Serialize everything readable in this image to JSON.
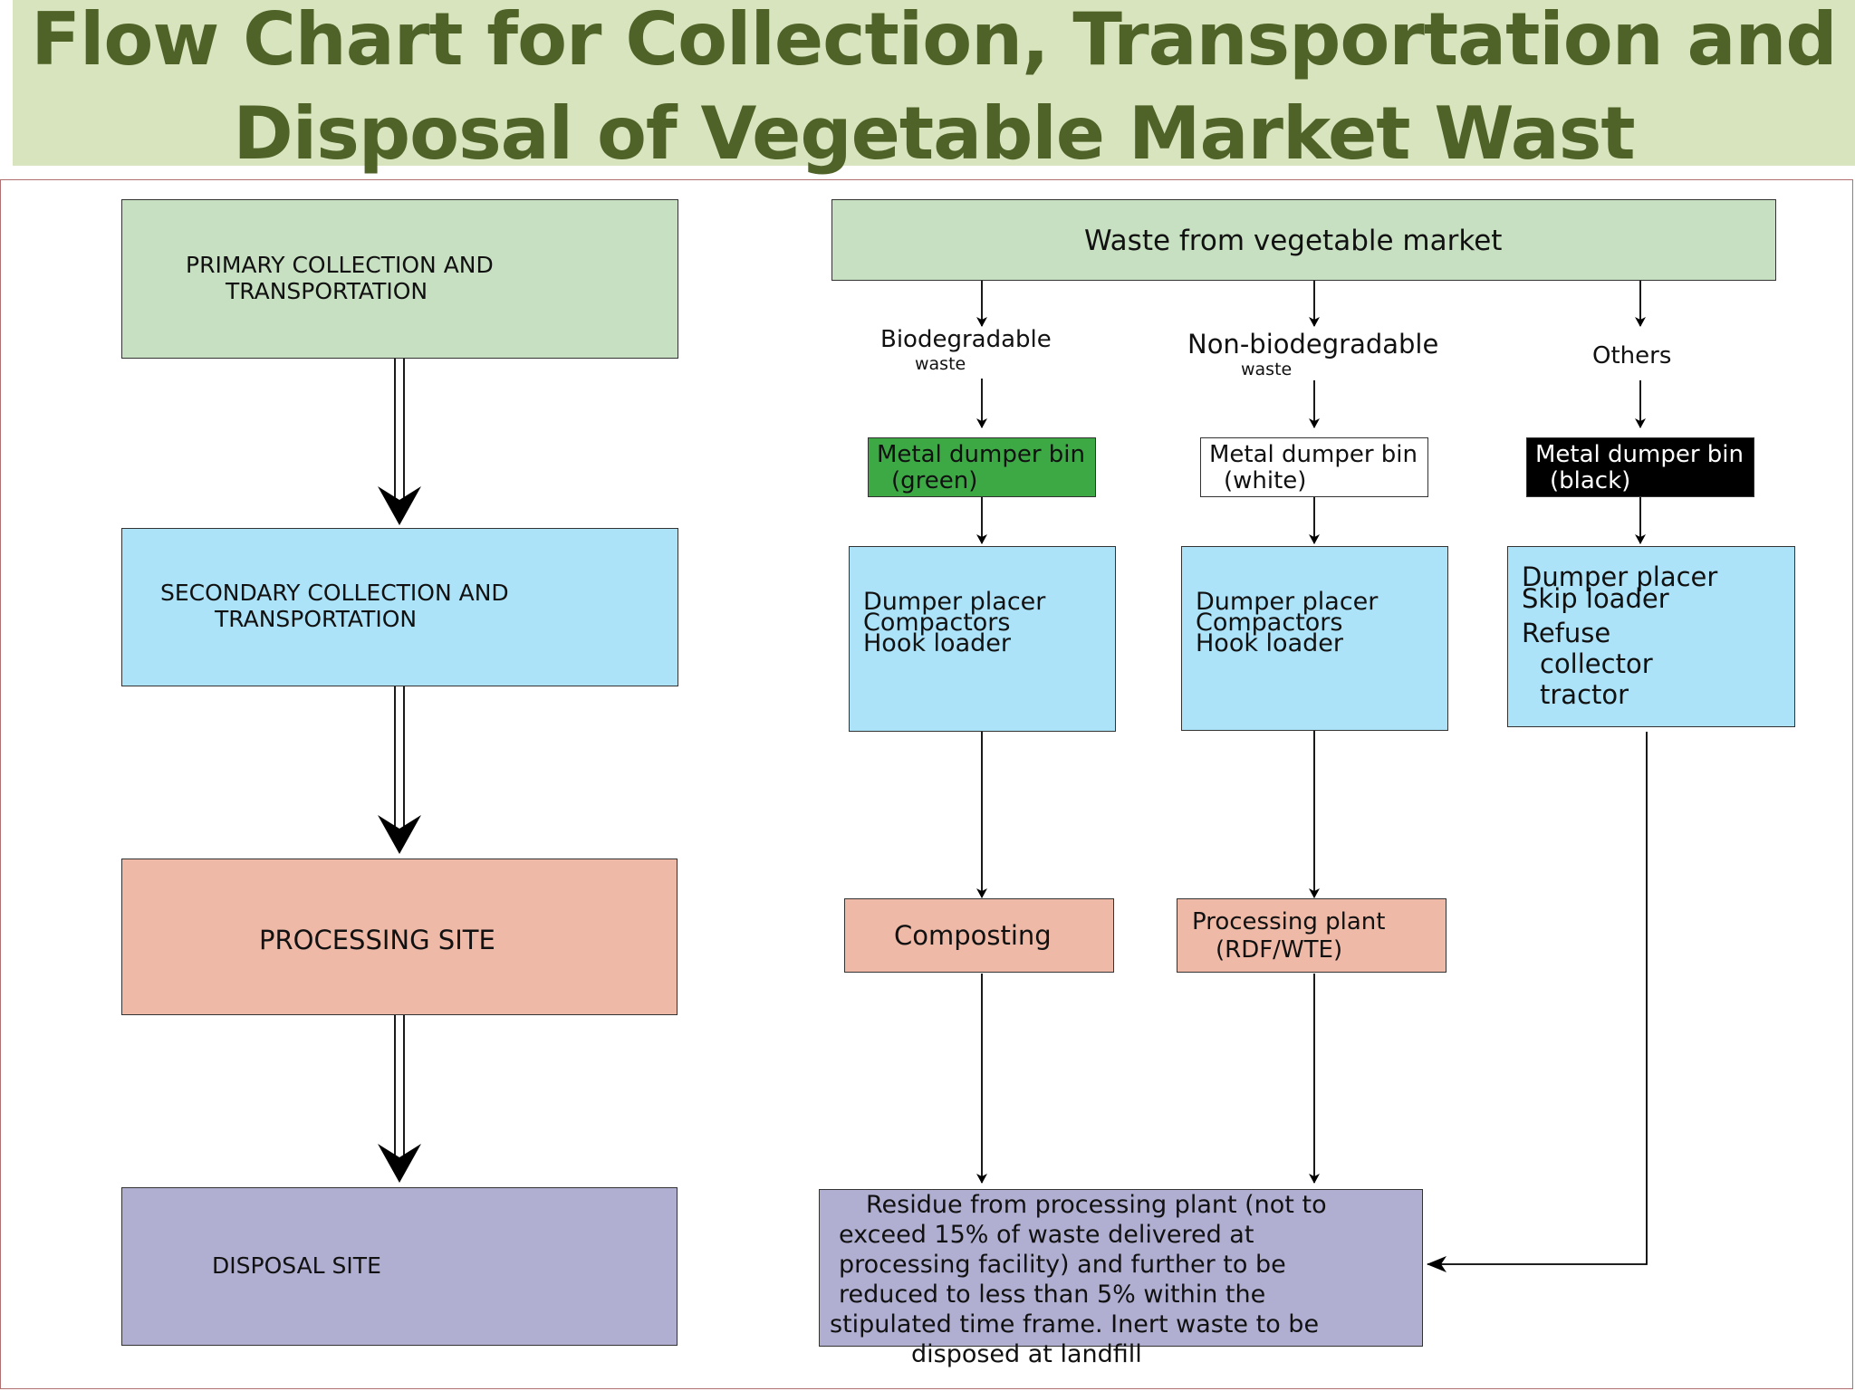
{
  "title": {
    "line1": "Flow Chart for Collection, Transportation and",
    "line2": "Disposal of Vegetable Market Wast"
  },
  "left_column": {
    "primary": {
      "line1": "PRIMARY COLLECTION AND",
      "line2": "TRANSPORTATION"
    },
    "secondary": {
      "line1": "SECONDARY COLLECTION AND",
      "line2": "TRANSPORTATION"
    },
    "processing": "PROCESSING SITE",
    "disposal": "DISPOSAL SITE"
  },
  "right_column": {
    "source": "Waste from vegetable market",
    "categories": {
      "bio": {
        "line1": "Biodegradable",
        "line2": "waste"
      },
      "nonbio": {
        "line1": "Non-biodegradable",
        "line2": "waste"
      },
      "others": "Others"
    },
    "bins": {
      "green": {
        "line1": "Metal dumper bin",
        "line2": "(green)",
        "color": "#3ca945"
      },
      "white": {
        "line1": "Metal dumper bin",
        "line2": "(white)",
        "color": "#ffffff"
      },
      "black": {
        "line1": "Metal dumper bin",
        "line2": "(black)",
        "color": "#000000"
      }
    },
    "vehicles": {
      "bio": [
        "Dumper placer",
        "Compactors",
        "Hook loader"
      ],
      "nonbio": [
        "Dumper placer",
        "Compactors",
        "Hook loader"
      ],
      "others": [
        "Dumper placer",
        "Skip loader",
        "Refuse",
        "collector",
        "tractor"
      ]
    },
    "composting": "Composting",
    "processing_plant": {
      "line1": "Processing plant",
      "line2": "(RDF/WTE)"
    },
    "residue": [
      "Residue from processing plant (not to",
      "exceed 15% of waste delivered at",
      "processing facility) and further to be",
      "reduced to less than 5% within the",
      "stipulated time frame. Inert waste to be",
      "disposed at landfill"
    ]
  }
}
